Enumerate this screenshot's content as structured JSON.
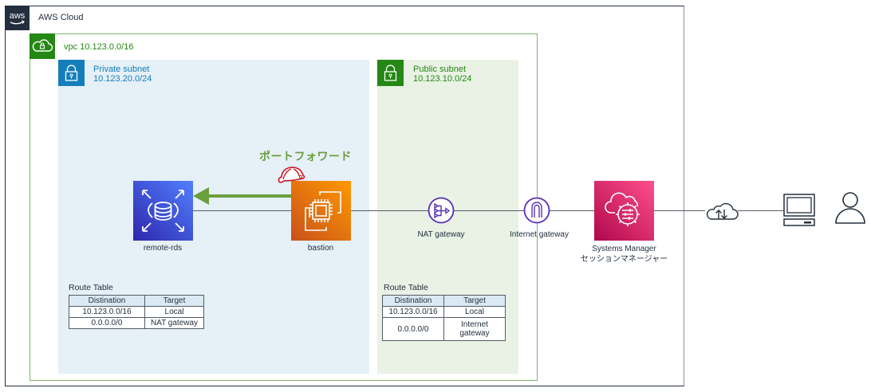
{
  "cloud": {
    "title": "AWS Cloud",
    "logo": "aws"
  },
  "vpc": {
    "title": "vpc 10.123.0.0/16"
  },
  "private_subnet": {
    "name": "Private subnet",
    "cidr": "10.123.20.0/24"
  },
  "public_subnet": {
    "name": "Public subnet",
    "cidr": "10.123.10.0/24"
  },
  "nodes": {
    "rds": {
      "label": "remote-rds",
      "icon": "rds-icon"
    },
    "bastion": {
      "label": "bastion",
      "icon": "ec2-icon"
    },
    "nat": {
      "label": "NAT gateway",
      "icon": "nat-gateway-icon"
    },
    "igw": {
      "label": "Internet gateway",
      "icon": "internet-gateway-icon"
    },
    "ssm": {
      "label_line1": "Systems Manager",
      "label_line2": "セッションマネージャー",
      "icon": "systems-manager-icon"
    },
    "internet": {
      "icon": "cloud-upload-download-icon"
    },
    "client": {
      "icon": "desktop-computer-icon"
    },
    "user": {
      "icon": "user-icon"
    }
  },
  "port_forward": {
    "label": "ポートフォワード",
    "icon": "hard-hat-icon",
    "arrow_color": "#6a9f3c"
  },
  "route_tables": {
    "private": {
      "title": "Route Table",
      "headers": [
        "Distination",
        "Target"
      ],
      "rows": [
        [
          "10.123.0.0/16",
          "Local"
        ],
        [
          "0.0.0.0/0",
          "NAT gateway"
        ]
      ]
    },
    "public": {
      "title": "Route Table",
      "headers": [
        "Distination",
        "Target"
      ],
      "rows": [
        [
          "10.123.0.0/16",
          "Local"
        ],
        [
          "0.0.0.0/0",
          "Internet gateway"
        ]
      ]
    }
  },
  "colors": {
    "vpc": "#248814",
    "private": "#147eba",
    "rds": "#3b48cc",
    "ec2": "#e7730e",
    "ssm": "#cc2264",
    "network": "#5a30b5"
  }
}
